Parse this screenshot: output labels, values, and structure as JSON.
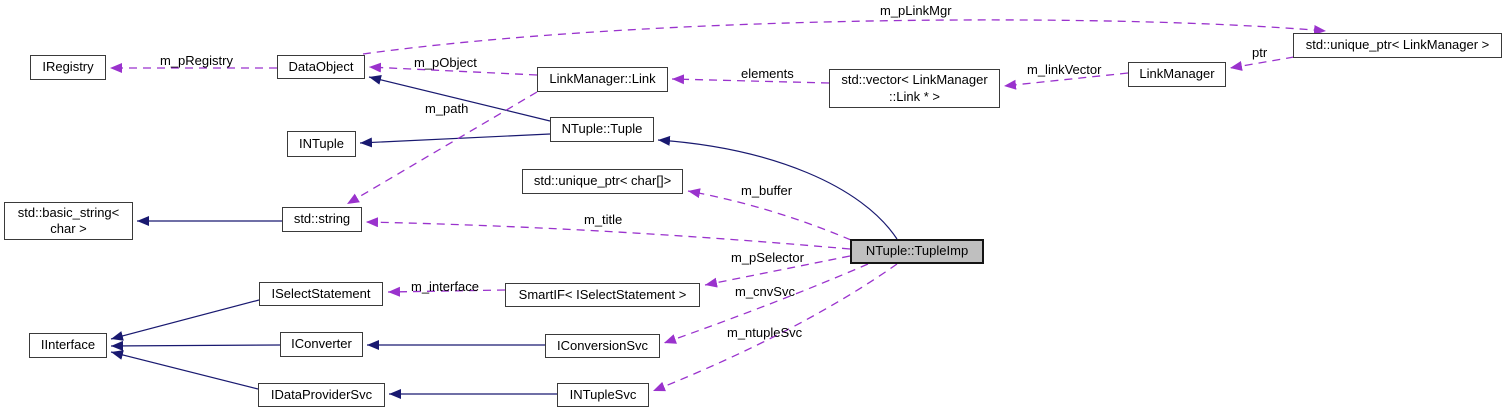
{
  "diagram": {
    "type": "doxygen-collaboration-graph",
    "focus_node": "NTuple::TupleImp",
    "colors": {
      "inheritance_edge": "#191970",
      "usage_edge": "#9a32cd",
      "node_fill": "#ffffff",
      "node_border": "#3a3a3a",
      "focus_node_fill": "#bfbfbf",
      "background": "#ffffff"
    },
    "nodes": [
      {
        "label": "IRegistry"
      },
      {
        "label": "DataObject"
      },
      {
        "label": "INTuple"
      },
      {
        "label": "LinkManager::Link"
      },
      {
        "label": "NTuple::Tuple"
      },
      {
        "label": "std::unique_ptr< char[]>"
      },
      {
        "label": "std::vector< LinkManager\n::Link * >"
      },
      {
        "label": "LinkManager"
      },
      {
        "label": "std::unique_ptr< LinkManager >"
      },
      {
        "label": "std::basic_string<\nchar >"
      },
      {
        "label": "std::string"
      },
      {
        "label": "NTuple::TupleImp"
      },
      {
        "label": "SmartIF< ISelectStatement >"
      },
      {
        "label": "ISelectStatement"
      },
      {
        "label": "IInterface"
      },
      {
        "label": "IConverter"
      },
      {
        "label": "IDataProviderSvc"
      },
      {
        "label": "IConversionSvc"
      },
      {
        "label": "INTupleSvc"
      }
    ],
    "edges": [
      {
        "from": "DataObject",
        "to": "IRegistry",
        "label": "m_pRegistry",
        "kind": "usage"
      },
      {
        "from": "LinkManager::Link",
        "to": "DataObject",
        "label": "m_pObject",
        "kind": "usage"
      },
      {
        "from": "LinkManager::Link",
        "to": "std::string",
        "label": "m_path",
        "kind": "usage"
      },
      {
        "from": "DataObject",
        "to": "std::unique_ptr< LinkManager >",
        "label": "m_pLinkMgr",
        "kind": "usage"
      },
      {
        "from": "std::vector< LinkManager::Link * >",
        "to": "LinkManager::Link",
        "label": "elements",
        "kind": "usage"
      },
      {
        "from": "LinkManager",
        "to": "std::vector< LinkManager::Link * >",
        "label": "m_linkVector",
        "kind": "usage"
      },
      {
        "from": "std::unique_ptr< LinkManager >",
        "to": "LinkManager",
        "label": "ptr",
        "kind": "usage"
      },
      {
        "from": "NTuple::TupleImp",
        "to": "std::unique_ptr< char[]>",
        "label": "m_buffer",
        "kind": "usage"
      },
      {
        "from": "NTuple::TupleImp",
        "to": "std::string",
        "label": "m_title",
        "kind": "usage"
      },
      {
        "from": "NTuple::TupleImp",
        "to": "SmartIF< ISelectStatement >",
        "label": "m_pSelector",
        "kind": "usage"
      },
      {
        "from": "NTuple::TupleImp",
        "to": "IConversionSvc",
        "label": "m_cnvSvc",
        "kind": "usage"
      },
      {
        "from": "NTuple::TupleImp",
        "to": "INTupleSvc",
        "label": "m_ntupleSvc",
        "kind": "usage"
      },
      {
        "from": "SmartIF< ISelectStatement >",
        "to": "ISelectStatement",
        "label": "m_interface",
        "kind": "usage"
      },
      {
        "from": "NTuple::Tuple",
        "to": "DataObject",
        "label": "",
        "kind": "inheritance"
      },
      {
        "from": "NTuple::Tuple",
        "to": "INTuple",
        "label": "",
        "kind": "inheritance"
      },
      {
        "from": "NTuple::TupleImp",
        "to": "NTuple::Tuple",
        "label": "",
        "kind": "inheritance"
      },
      {
        "from": "std::string",
        "to": "std::basic_string< char >",
        "label": "",
        "kind": "inheritance"
      },
      {
        "from": "ISelectStatement",
        "to": "IInterface",
        "label": "",
        "kind": "inheritance"
      },
      {
        "from": "IConverter",
        "to": "IInterface",
        "label": "",
        "kind": "inheritance"
      },
      {
        "from": "IDataProviderSvc",
        "to": "IInterface",
        "label": "",
        "kind": "inheritance"
      },
      {
        "from": "IConversionSvc",
        "to": "IConverter",
        "label": "",
        "kind": "inheritance"
      },
      {
        "from": "INTupleSvc",
        "to": "IDataProviderSvc",
        "label": "",
        "kind": "inheritance"
      }
    ]
  }
}
